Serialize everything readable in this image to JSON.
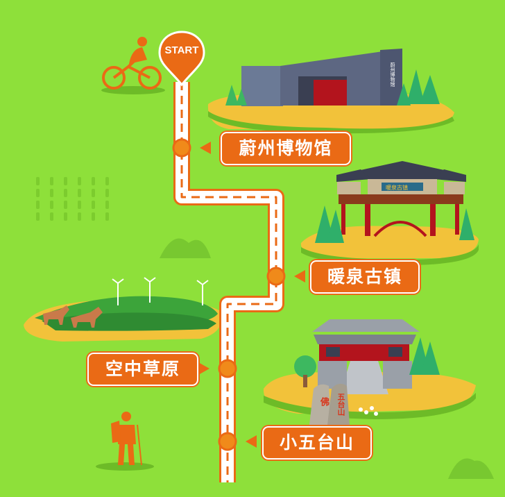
{
  "route": {
    "start_label": "START",
    "stops": [
      {
        "name": "蔚州博物馆"
      },
      {
        "name": "暖泉古镇"
      },
      {
        "name": "空中草原"
      },
      {
        "name": "小五台山"
      }
    ]
  },
  "decor": {
    "museum_sign": "蔚州博物馆",
    "gate_sign": "暖泉古镇",
    "rock_text_1": "佛",
    "rock_text_2": "五台山"
  },
  "colors": {
    "background": "#8ee03a",
    "accent_orange": "#ea6a15",
    "road": "#ffffff",
    "island_sand": "#f2c23a"
  },
  "icons": [
    "cyclist-icon",
    "hiker-icon",
    "location-pin-icon",
    "wind-turbine-icon",
    "horse-icon"
  ]
}
